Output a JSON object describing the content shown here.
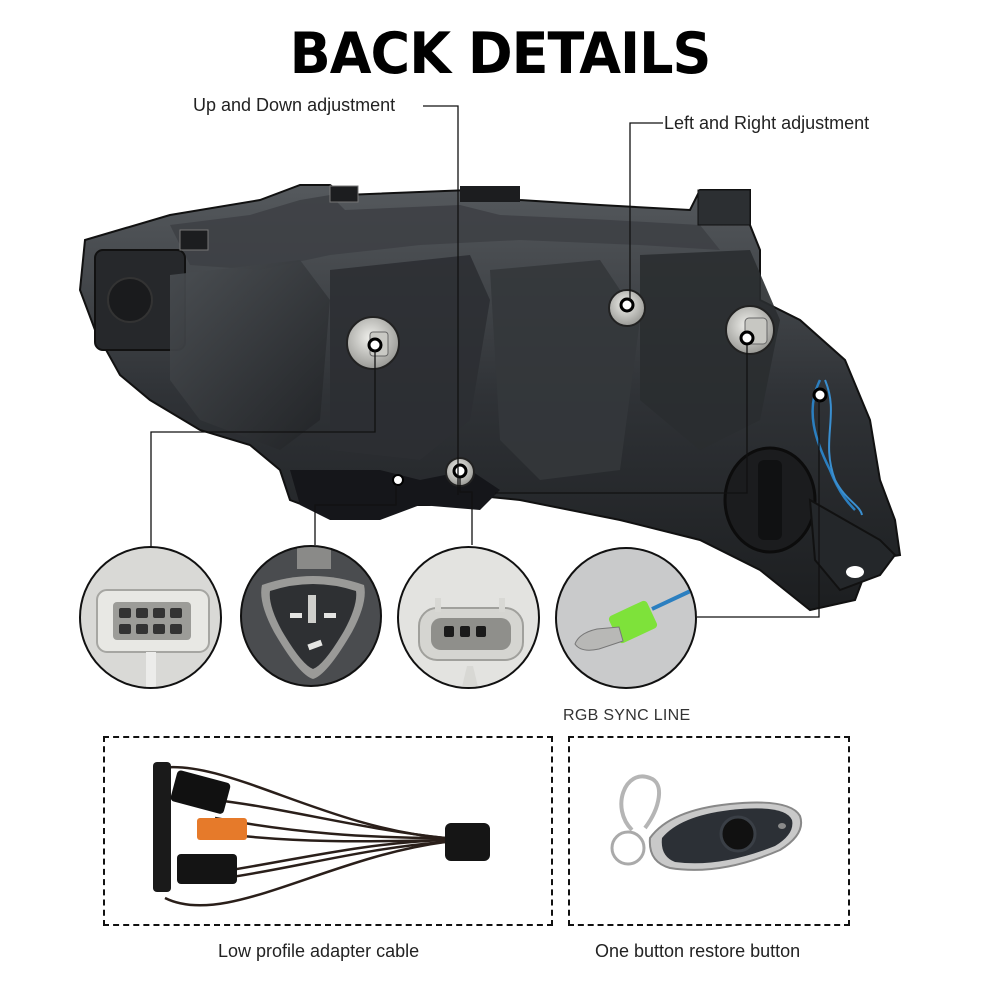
{
  "title": "BACK DETAILS",
  "callouts": {
    "up_down": "Up and Down adjustment",
    "left_right": "Left and Right adjustment"
  },
  "insets": [
    {
      "name": "8-pin connector"
    },
    {
      "name": "3-pin triangular connector"
    },
    {
      "name": "3-pin flat connector"
    },
    {
      "name": "RGB sync bullet connector"
    }
  ],
  "rgb_label": "RGB SYNC LINE",
  "accessories": [
    {
      "caption": "Low profile adapter cable"
    },
    {
      "caption": "One button restore button"
    }
  ],
  "colors": {
    "housing": "#2b2e31",
    "housing_light": "#4a4e52",
    "connector_grey": "#d6d6d2",
    "sync_wire": "#2b7fc0",
    "sync_sleeve": "#7ee23a",
    "adapter_orange": "#e67a2a"
  }
}
